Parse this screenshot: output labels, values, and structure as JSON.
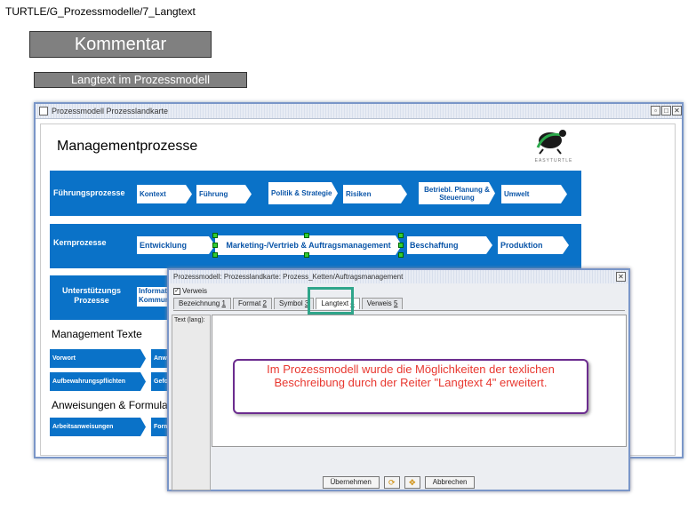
{
  "breadcrumb": "TURTLE/G_Prozessmodelle/7_Langtext",
  "header_main": "Kommentar",
  "header_sub": "Langtext im Prozessmodell",
  "window": {
    "title": "Prozessmodell Prozesslandkarte",
    "section_title": "Managementprozesse",
    "logo_text": "EASYTURTLE",
    "bands": {
      "fuehrung": {
        "label": "Führungsprozesse",
        "items": [
          "Kontext",
          "Führung",
          "Politik & Strategie",
          "Risiken",
          "Betriebl. Planung & Steuerung",
          "Umwelt"
        ]
      },
      "kern": {
        "label": "Kernprozesse",
        "items": [
          "Entwicklung",
          "Marketing-/Vertrieb & Auftragsmanagement",
          "Beschaffung",
          "Produktion"
        ]
      },
      "unterstuetzung": {
        "label": "Unterstützungs Prozesse",
        "items": [
          "Informati Kommun"
        ]
      }
    },
    "management_texte": {
      "title": "Management Texte",
      "items": [
        "Vorwort",
        "Anw",
        "Aufbewahrungspflichten",
        "Gefo"
      ]
    },
    "anweisungen": {
      "title": "Anweisungen & Formulare",
      "items": [
        "Arbeitsanweisungen",
        "Form"
      ]
    }
  },
  "dialog": {
    "title": "Prozessmodell: Prozesslandkarte: Prozess_Ketten/Auftragsmanagement",
    "checkbox_label": "Verweis",
    "checkbox_checked": true,
    "tabs": [
      {
        "label": "Bezeichnung",
        "num": "1"
      },
      {
        "label": "Format",
        "num": "2"
      },
      {
        "label": "Symbol",
        "num": "3"
      },
      {
        "label": "Langtext",
        "num": "4"
      },
      {
        "label": "Verweis",
        "num": "5"
      }
    ],
    "active_tab": "Langtext",
    "text_label": "Text (lang):",
    "ok_label": "Übernehmen",
    "cancel_label": "Abbrechen"
  },
  "callout": "Im Prozessmodell wurde die Möglichkeiten der texlichen Beschreibung durch der Reiter \"Langtext 4\" erweitert.",
  "colors": {
    "band": "#0a72c8",
    "highlight": "#2fa58a",
    "callout_border": "#6b2c8e",
    "callout_text": "#e8372f"
  }
}
